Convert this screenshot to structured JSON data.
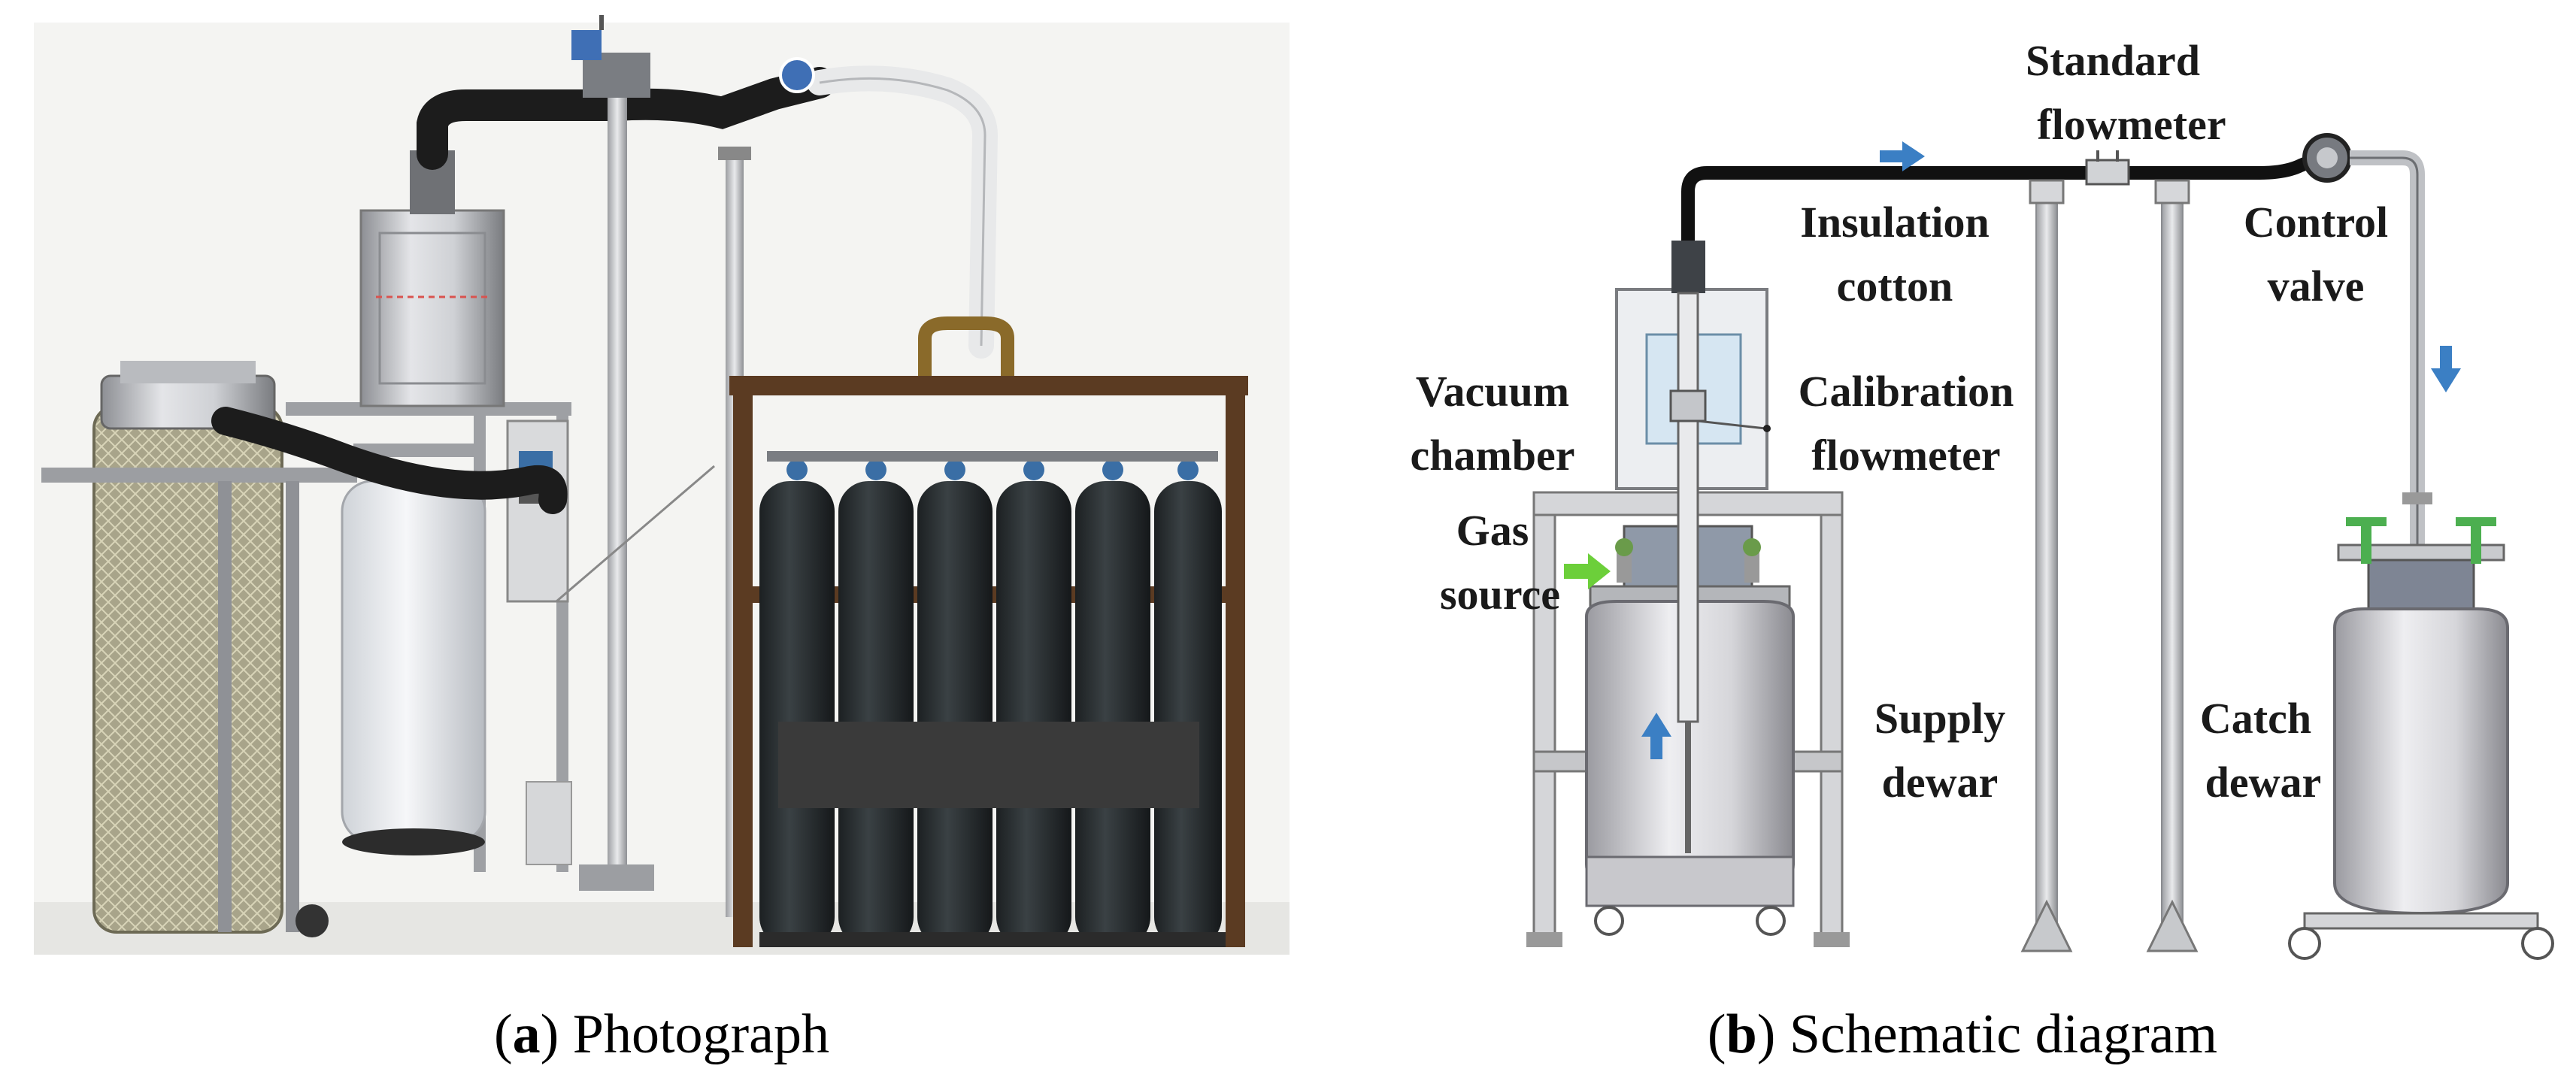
{
  "panel_a": {
    "caption_letter": "a",
    "caption_text": "Photograph"
  },
  "panel_b": {
    "caption_letter": "b",
    "caption_text": "Schematic diagram",
    "labels": {
      "standard_flowmeter": [
        "Standard",
        "flowmeter"
      ],
      "insulation_cotton": [
        "Insulation",
        "cotton"
      ],
      "control_valve": [
        "Control",
        "valve"
      ],
      "vacuum_chamber": [
        "Vacuum",
        "chamber"
      ],
      "calibration_flowmeter": [
        "Calibration",
        "flowmeter"
      ],
      "gas_source": [
        "Gas",
        "source"
      ],
      "supply_dewar": [
        "Supply",
        "dewar"
      ],
      "catch_dewar": [
        "Catch",
        "dewar"
      ]
    }
  },
  "colors": {
    "flow_arrow": "#3b7fc4",
    "gas_arrow": "#6ccf3a",
    "pipe": "#111111",
    "dewar_body": "#c7c7cc",
    "valve_green": "#4caf50"
  }
}
